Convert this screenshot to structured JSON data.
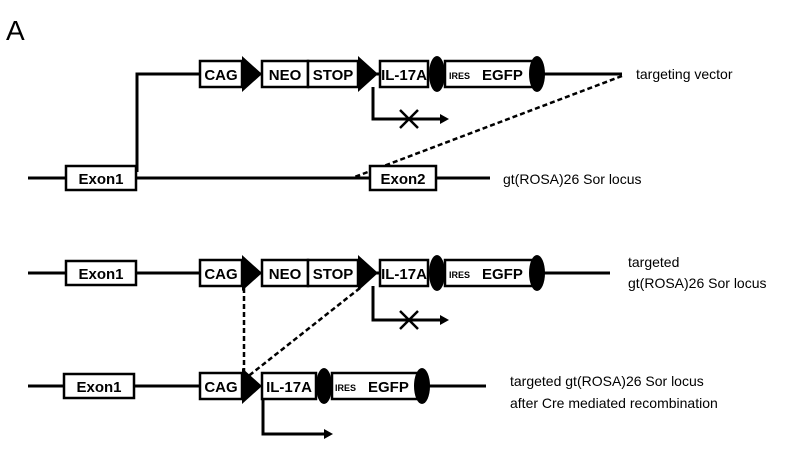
{
  "panel_label": "A",
  "elements": {
    "cag": "CAG",
    "neo": "NEO",
    "stop": "STOP",
    "il17a": "IL-17A",
    "ires": "IRES",
    "egfp": "EGFP",
    "exon1": "Exon1",
    "exon2": "Exon2"
  },
  "rows": {
    "vector": {
      "label": "targeting vector"
    },
    "locus": {
      "label": "gt(ROSA)26 Sor locus"
    },
    "targeted": {
      "label_line1": "targeted",
      "label_line2": "gt(ROSA)26 Sor locus"
    },
    "recombined": {
      "label_line1": "targeted gt(ROSA)26 Sor locus",
      "label_line2": "after Cre mediated recombination"
    }
  }
}
